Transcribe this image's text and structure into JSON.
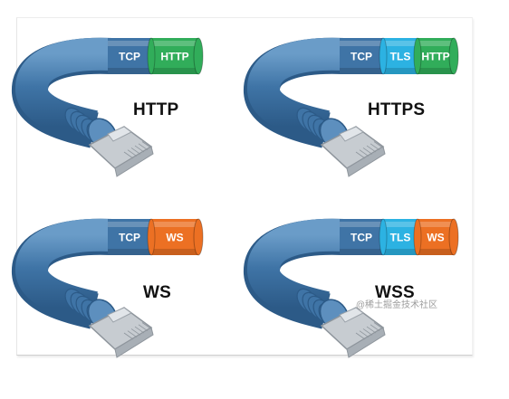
{
  "panels": [
    {
      "id": "http",
      "label": "HTTP",
      "segments": [
        {
          "text": "TCP",
          "color": "#3f74a6"
        },
        {
          "text": "HTTP",
          "color": "#31ad5a"
        }
      ]
    },
    {
      "id": "https",
      "label": "HTTPS",
      "segments": [
        {
          "text": "TCP",
          "color": "#3f74a6"
        },
        {
          "text": "TLS",
          "color": "#2cb2e2"
        },
        {
          "text": "HTTP",
          "color": "#31ad5a"
        }
      ]
    },
    {
      "id": "ws",
      "label": "WS",
      "segments": [
        {
          "text": "TCP",
          "color": "#3f74a6"
        },
        {
          "text": "WS",
          "color": "#ec7023"
        }
      ]
    },
    {
      "id": "wss",
      "label": "WSS",
      "segments": [
        {
          "text": "TCP",
          "color": "#3f74a6"
        },
        {
          "text": "TLS",
          "color": "#2cb2e2"
        },
        {
          "text": "WS",
          "color": "#ec7023"
        }
      ]
    }
  ],
  "colors": {
    "cable": "#3f74a6",
    "cable_dark": "#2c5a87",
    "cable_highlight": "#6a9cc8",
    "connector": "#c7ccd1"
  },
  "watermark": "@稀土掘金技术社区"
}
